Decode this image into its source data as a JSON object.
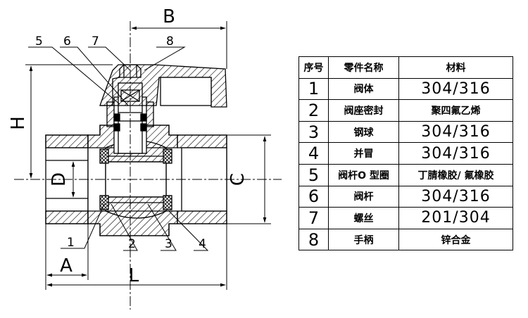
{
  "diagram": {
    "dimension_labels": {
      "b": "B",
      "h": "H",
      "d": "D",
      "c": "C",
      "a": "A",
      "l": "L"
    },
    "leader_numbers": [
      "1",
      "2",
      "3",
      "4",
      "5",
      "6",
      "7",
      "8"
    ]
  },
  "table": {
    "headers": {
      "no": "序号",
      "name": "零件名称",
      "material": "材料"
    },
    "rows": [
      {
        "no": "1",
        "name": "阀体",
        "material": "304/316",
        "latin": true
      },
      {
        "no": "2",
        "name": "阀座密封",
        "material": "聚四氟乙烯",
        "latin": false
      },
      {
        "no": "3",
        "name": "钢球",
        "material": "304/316",
        "latin": true
      },
      {
        "no": "4",
        "name": "并冒",
        "material": "304/316",
        "latin": true
      },
      {
        "no": "5",
        "name": "阀杆O 型圈",
        "material": "丁腈橡胶/ 氟橡胶",
        "latin": false
      },
      {
        "no": "6",
        "name": "阀杆",
        "material": "304/316",
        "latin": true
      },
      {
        "no": "7",
        "name": "螺丝",
        "material": "201/304",
        "latin": true
      },
      {
        "no": "8",
        "name": "手柄",
        "material": "锌合金",
        "latin": false
      }
    ]
  }
}
